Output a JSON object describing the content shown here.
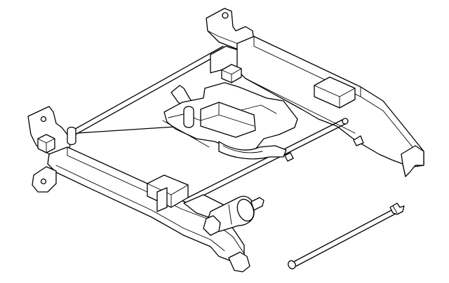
{
  "diagram": {
    "line_color": "#000000",
    "background_color": "#ffffff",
    "parts": [
      {
        "id": "seat-adjuster-frame"
      },
      {
        "id": "height-adjust-motor"
      },
      {
        "id": "drive-cable"
      }
    ]
  }
}
